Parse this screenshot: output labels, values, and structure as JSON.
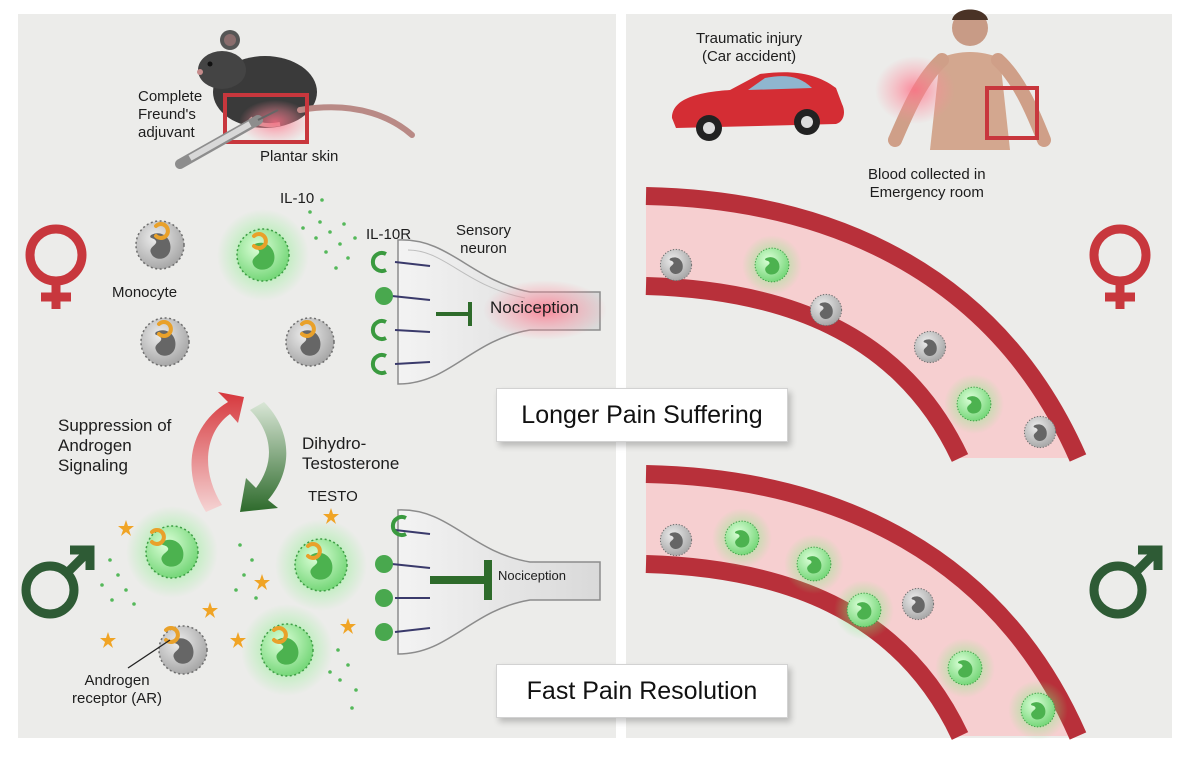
{
  "labels": {
    "adjuvant": [
      "Complete",
      "Freund's",
      "adjuvant"
    ],
    "plantar_skin": "Plantar skin",
    "il10": "IL-10",
    "il10r": "IL-10R",
    "sensory_neuron": [
      "Sensory",
      "neuron"
    ],
    "monocyte": "Monocyte",
    "nociception_top": "Nociception",
    "suppression": [
      "Suppression of",
      "Androgen",
      "Signaling"
    ],
    "dht": [
      "Dihydro-",
      "Testosterone"
    ],
    "testo": "TESTO",
    "nociception_bottom": "Nociception",
    "androgen_receptor": [
      "Androgen",
      "receptor (AR)"
    ],
    "trauma": [
      "Traumatic injury",
      "(Car accident)"
    ],
    "blood": [
      "Blood collected in",
      "Emergency room"
    ]
  },
  "banners": {
    "top": "Longer Pain Suffering",
    "bottom": "Fast Pain Resolution"
  },
  "symbols": {
    "female": "female-symbol",
    "male": "male-symbol"
  },
  "colors": {
    "female": "#c8373d",
    "male": "#2e5b35",
    "active_cell": "#5fd067",
    "resting_cell": "#9b9b9b",
    "vessel_wall": "#b8303a",
    "receptor_orange": "#e9a12a",
    "star": "#f0a425"
  }
}
